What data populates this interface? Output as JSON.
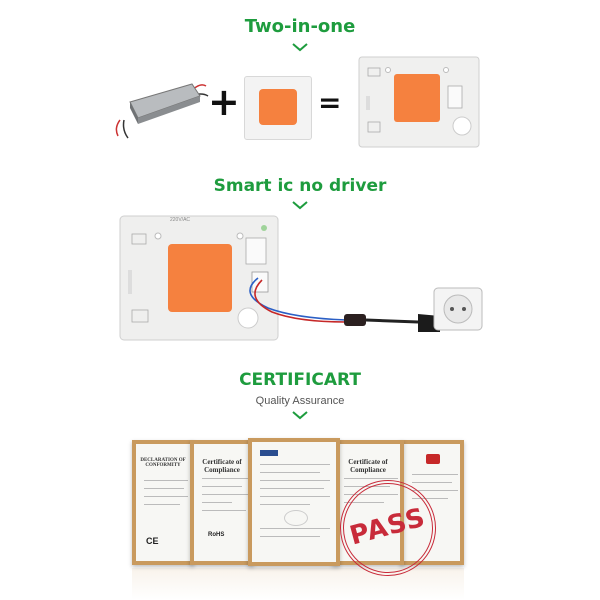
{
  "section1": {
    "heading": "Two-in-one"
  },
  "section2": {
    "heading": "Smart ic no driver",
    "board_label": "220V/AC"
  },
  "section3": {
    "heading": "CERTIFICART",
    "subheading": "Quality Assurance"
  },
  "equation": {
    "plus": "+",
    "equals": "="
  },
  "certificates": [
    {
      "title": "DECLARATION OF CONFORMITY"
    },
    {
      "title": "Certificate of Compliance"
    },
    {
      "title": ""
    },
    {
      "title": "Certificate of Compliance"
    },
    {
      "title": ""
    }
  ],
  "badges": {
    "ce": "CE",
    "rohs": "RoHS"
  },
  "stamp": {
    "text": "PASS"
  },
  "colors": {
    "accent": "#1e9c3e",
    "led": "#f5813f",
    "frame": "#c99a5e",
    "stamp": "#c82b3a"
  }
}
